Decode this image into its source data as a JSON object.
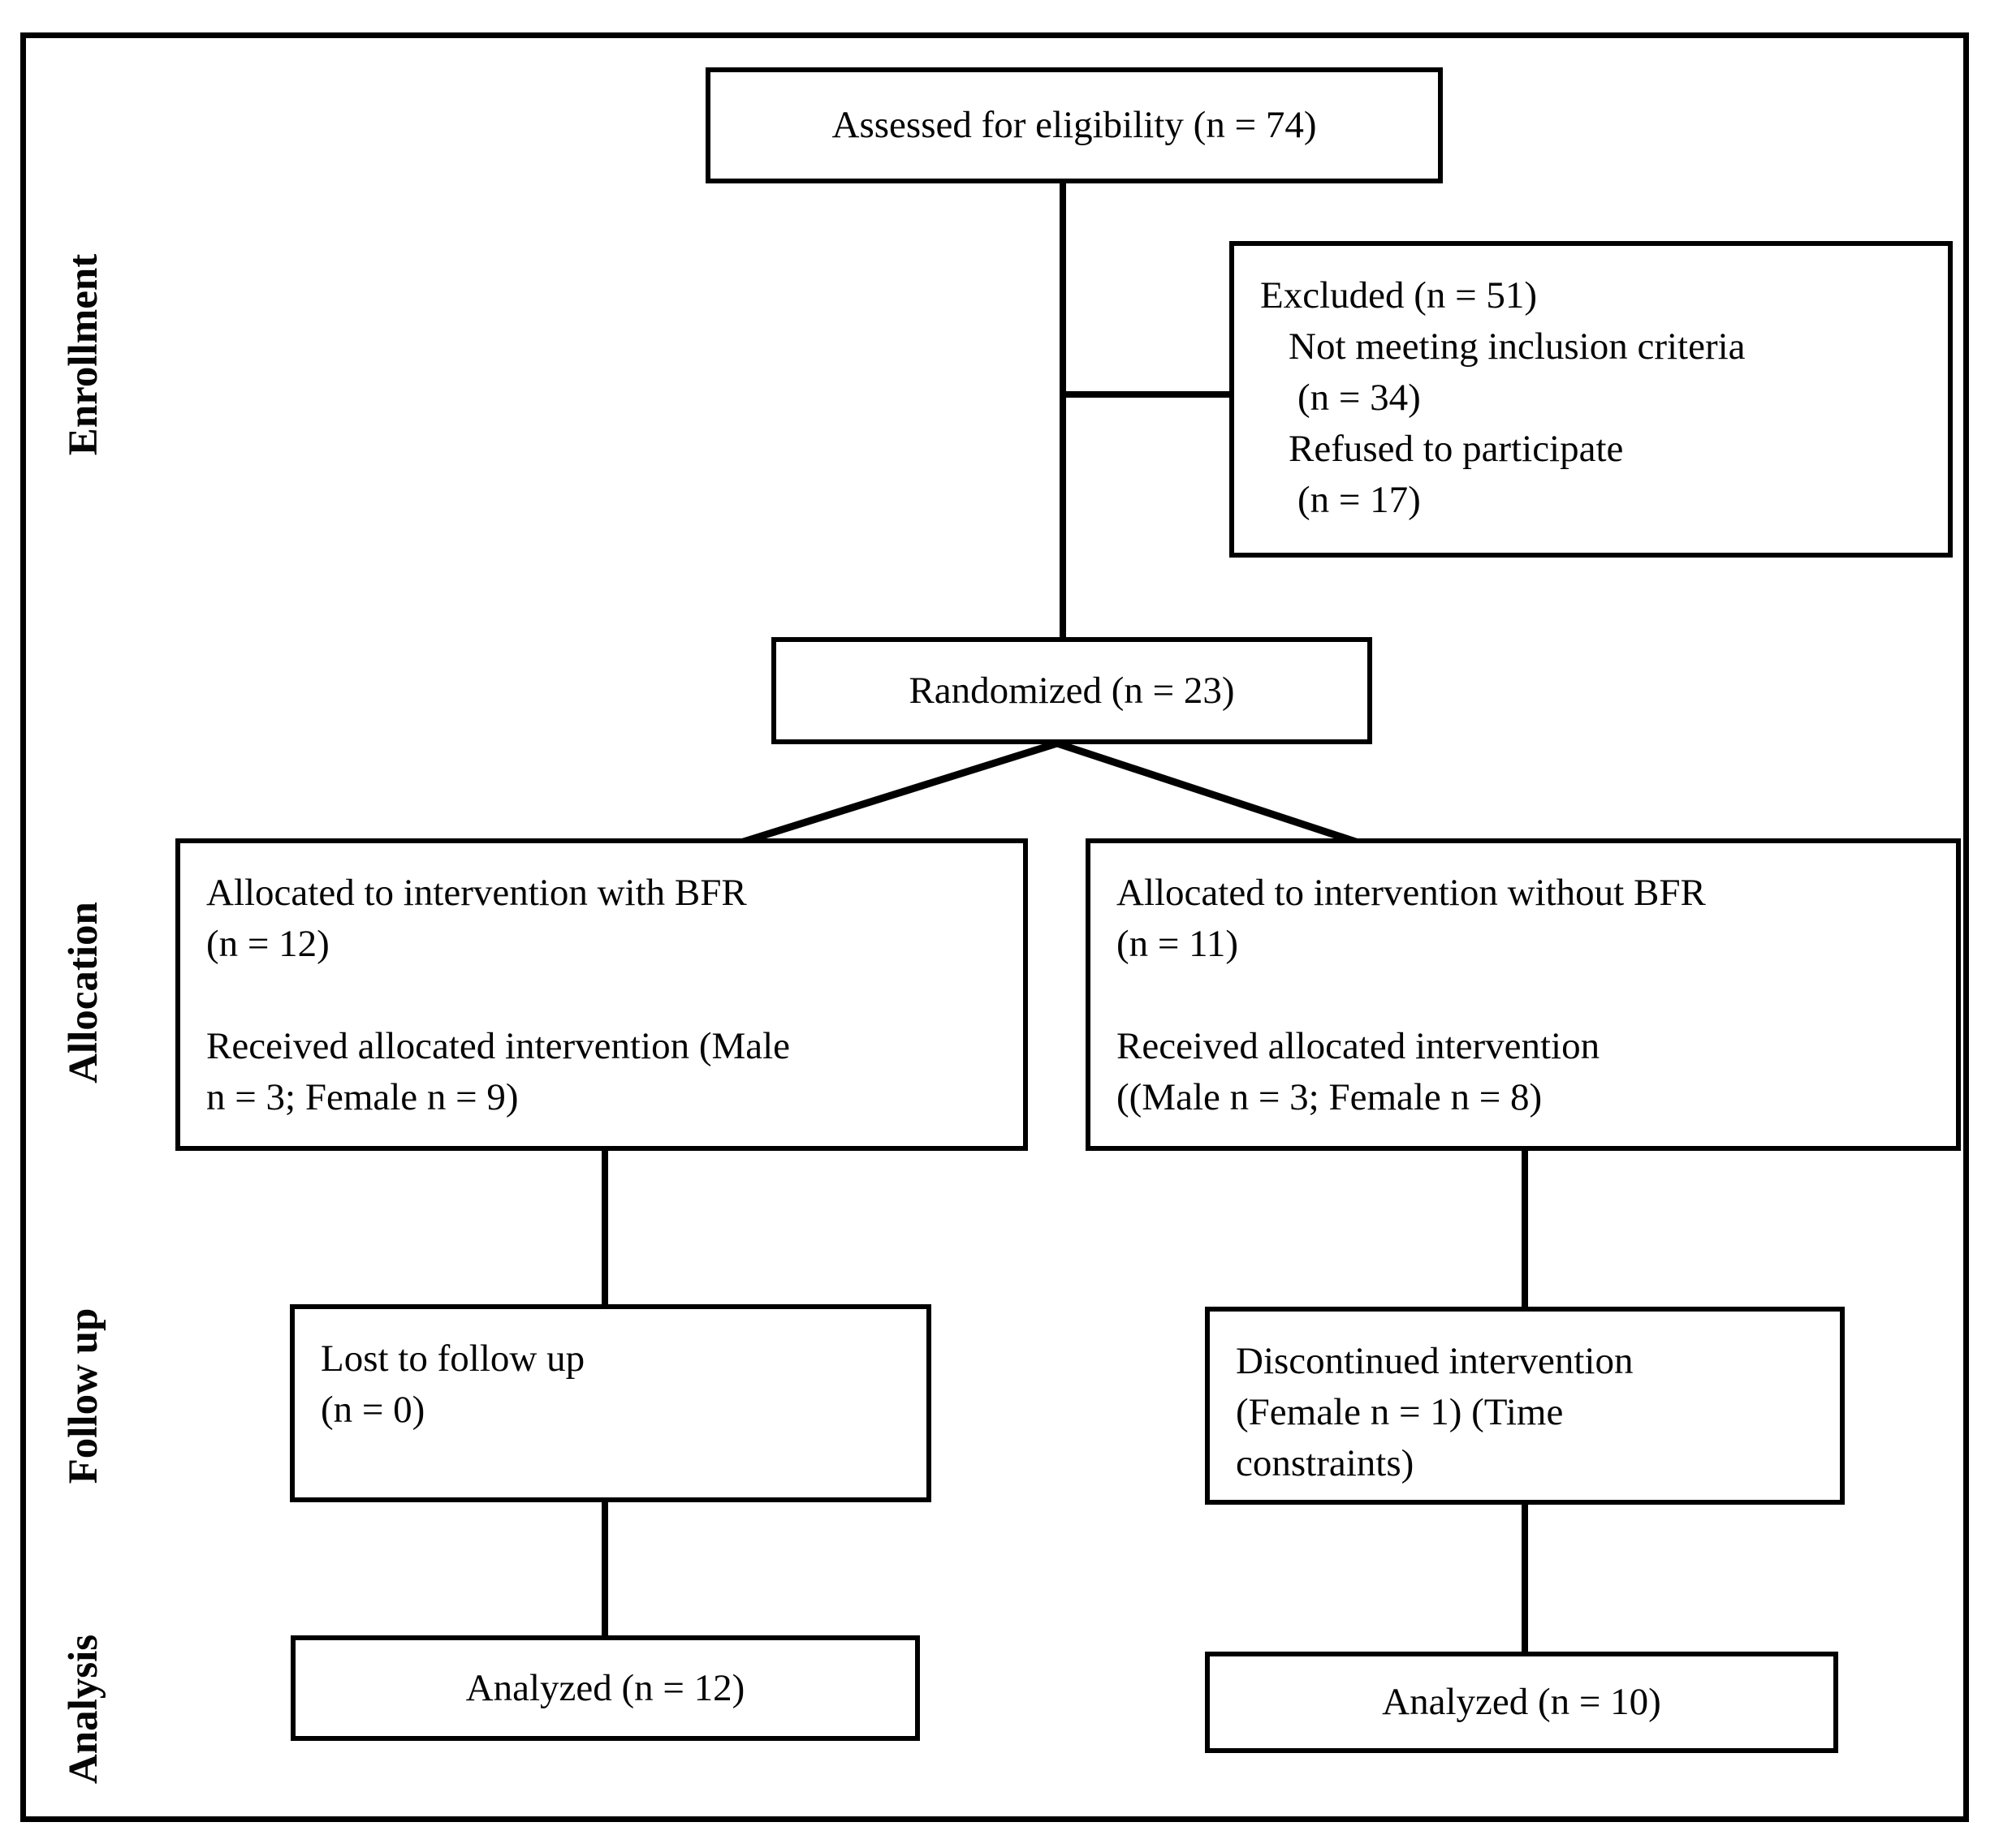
{
  "stage_labels": {
    "enrollment": "Enrollment",
    "allocation": "Allocation",
    "follow_up": "Follow up",
    "analysis": "Analysis"
  },
  "boxes": {
    "assessed": {
      "text": "Assessed for eligibility (n = 74)"
    },
    "excluded": {
      "lines": [
        "Excluded (n = 51)",
        "Not meeting inclusion criteria",
        "(n = 34)",
        "Refused to participate",
        "(n = 17)"
      ]
    },
    "randomized": {
      "text": "Randomized (n = 23)"
    },
    "allocated_with_bfr": {
      "para1": [
        "Allocated to intervention with BFR",
        "(n = 12)"
      ],
      "para2": [
        "Received allocated intervention (Male",
        "n = 3; Female n = 9)"
      ]
    },
    "allocated_without_bfr": {
      "para1": [
        "Allocated to intervention without BFR",
        "(n = 11)"
      ],
      "para2": [
        "Received allocated intervention",
        "((Male n = 3; Female n = 8)"
      ]
    },
    "lost_to_followup": {
      "lines": [
        "Lost to follow up",
        "(n = 0)"
      ]
    },
    "discontinued": {
      "lines": [
        "Discontinued intervention",
        "(Female n = 1) (Time",
        "constraints)"
      ]
    },
    "analyzed_with_bfr": {
      "text": "Analyzed (n = 12)"
    },
    "analyzed_without_bfr": {
      "text": "Analyzed (n = 10)"
    }
  },
  "colors": {
    "ink": "#000000",
    "paper": "#ffffff"
  }
}
